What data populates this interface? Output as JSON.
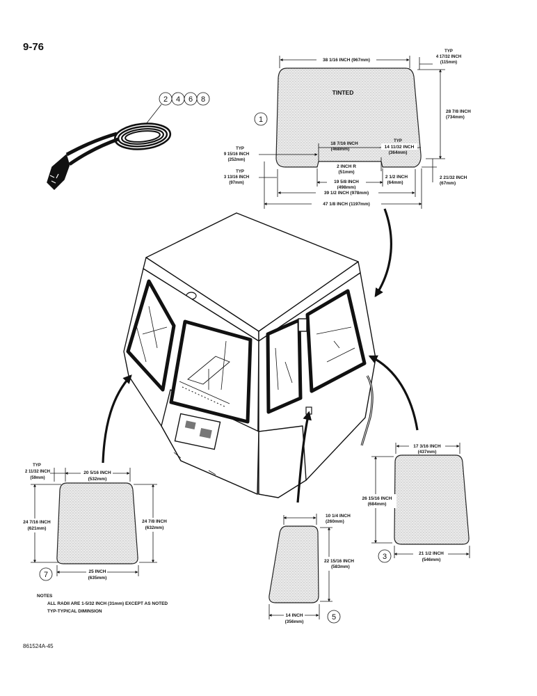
{
  "page_number": "9-76",
  "doc_number": "861524A-45",
  "seal_callouts": [
    "2",
    "4",
    "6",
    "8"
  ],
  "notes": {
    "heading": "NOTES",
    "line1": "ALL RADII ARE 1-5/32 INCH (31mm) EXCEPT AS NOTED",
    "line2": "TYP-TYPICAL DIMINSION"
  },
  "part1": {
    "callout": "1",
    "tinted_label": "TINTED",
    "top_width": "38 1/16 INCH (967mm)",
    "right_height": "28 7/8 INCH",
    "right_height_mm": "(734mm)",
    "typ_radius_label": "TYP",
    "typ_radius": "4 17/32 INCH",
    "typ_radius_mm": "(115mm)",
    "notch_width": "18 7/16 INCH",
    "notch_width_mm": "(468mm)",
    "offset_right_label": "TYP",
    "offset_right": "14 11/32 INCH",
    "offset_right_mm": "(364mm)",
    "left_typ1_label": "TYP",
    "left_typ1": "9 15/16 INCH",
    "left_typ1_mm": "(252mm)",
    "left_typ2_label": "TYP",
    "left_typ2": "3 13/16 INCH",
    "left_typ2_mm": "(97mm)",
    "radius": "2 INCH R",
    "radius_mm": "(51mm)",
    "notch_bottom": "19 5/8 INCH",
    "notch_bottom_mm": "(498mm)",
    "notch_depth": "2 1/2 INCH",
    "notch_depth_mm": "(64mm)",
    "right_step": "2 21/32 INCH",
    "right_step_mm": "(67mm)",
    "bottom_width": "39 1/2 INCH (978mm)",
    "overall_width": "47 1/8 INCH (1197mm)"
  },
  "part7": {
    "callout": "7",
    "typ_label": "TYP",
    "typ_offset": "2 11/32 INCH",
    "typ_offset_mm": "(59mm)",
    "top_width": "20 5/16 INCH",
    "top_width_mm": "(532mm)",
    "left_height": "24 7/16 INCH",
    "left_height_mm": "(621mm)",
    "right_height": "24 7/8 INCH",
    "right_height_mm": "(632mm)",
    "bottom_width": "25 INCH",
    "bottom_width_mm": "(635mm)"
  },
  "part5": {
    "callout": "5",
    "top_width": "10 1/4 INCH",
    "top_width_mm": "(260mm)",
    "height": "22 15/16 INCH",
    "height_mm": "(583mm)",
    "bottom_width": "14 INCH",
    "bottom_width_mm": "(356mm)"
  },
  "part3": {
    "callout": "3",
    "top_width": "17 3/16 INCH",
    "top_width_mm": "(437mm)",
    "height": "26 15/16 INCH",
    "height_mm": "(684mm)",
    "bottom_width": "21 1/2 INCH",
    "bottom_width_mm": "(546mm)"
  }
}
